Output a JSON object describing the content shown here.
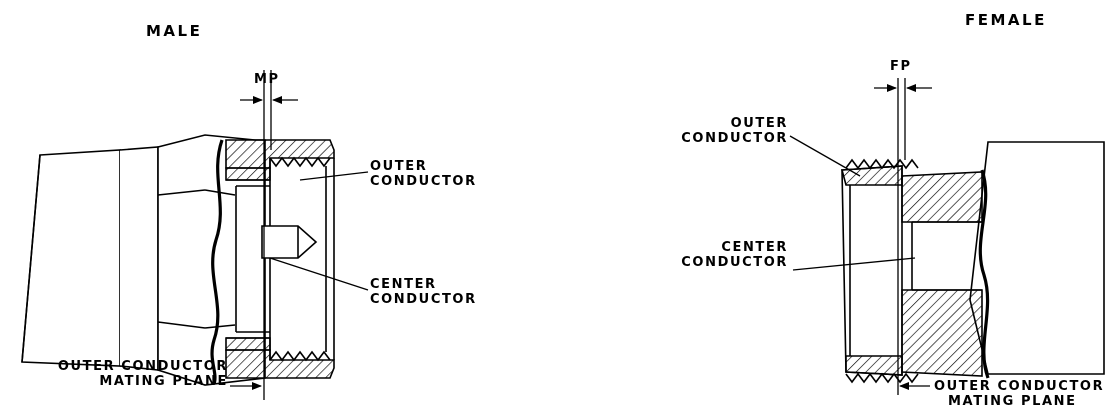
{
  "male": {
    "title": "MALE",
    "mp_label": "MP",
    "outer_conductor": [
      "OUTER",
      "CONDUCTOR"
    ],
    "center_conductor": [
      "CENTER",
      "CONDUCTOR"
    ],
    "mating_plane": [
      "OUTER CONDUCTOR",
      "MATING PLANE"
    ]
  },
  "female": {
    "title": "FEMALE",
    "fp_label": "FP",
    "outer_conductor": [
      "OUTER",
      "CONDUCTOR"
    ],
    "center_conductor": [
      "CENTER",
      "CONDUCTOR"
    ],
    "mating_plane": [
      "OUTER CONDUCTOR",
      "MATING PLANE"
    ]
  }
}
